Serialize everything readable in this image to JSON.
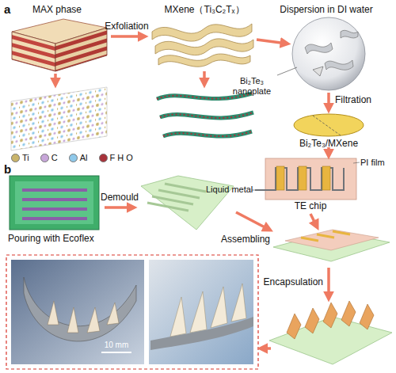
{
  "diagram": {
    "labels": [
      "a",
      "MAX phase",
      "Exfoliation",
      "MXene（Ti₃C₂Tₓ）",
      "Dispersion in DI water",
      "Bi₂Te₃ nanoplate",
      "Filtration",
      "Bi₂Te₃/MXene",
      "PI film",
      "Liquid metal",
      "TE chip",
      "b",
      "Pouring with Ecoflex",
      "Demould",
      "Assembling",
      "Encapsulation",
      "10 mm"
    ],
    "legend": [
      {
        "text": "Ti",
        "color": "#c9b46a"
      },
      {
        "text": "C",
        "color": "#c7a6d9"
      },
      {
        "text": "Al",
        "color": "#8fc9ea"
      },
      {
        "text": "F H O",
        "color": "#a8323a"
      }
    ]
  }
}
